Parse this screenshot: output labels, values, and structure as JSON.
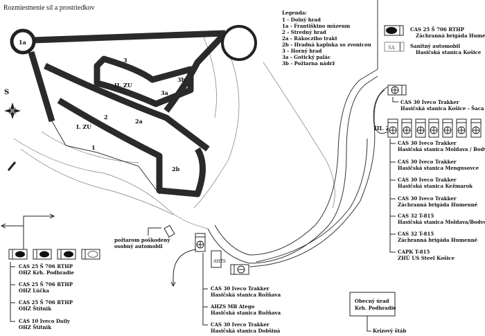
{
  "title": "Rozmiestnenie síl a prostriedkov",
  "legend": {
    "heading": "Legenda:",
    "items": [
      "1   - Dolný hrad",
      "1a - Františkino múzeum",
      "2   - Stredný hrad",
      "2a - Rákocziho trakt",
      "2b - Hradná kaplnka so zvonicou",
      "3   - Horný hrad",
      "3a - Gotický palác",
      "3b - Požiarna nádrž"
    ],
    "vehicle_keys": [
      {
        "line1": "CAS 25 Š 706 RTHP",
        "line2": "Záchranná brigáda Humenné"
      },
      {
        "icon_text": "SA",
        "line1": "Sanitný automobil",
        "line2": "Hasičská stanica Košice"
      }
    ]
  },
  "map_labels": {
    "north": "S",
    "l_1a": "1a",
    "l_1": "1",
    "l_2": "2",
    "l_2a": "2a",
    "l_2b": "2b",
    "l_3": "3",
    "l_3a": "3a",
    "l_3b": "3b",
    "zu1": "I. ZU",
    "zu2": "II. ZU",
    "zu3": "III. ZU"
  },
  "right_group": {
    "top_vehicle": {
      "line1": "CAS 30 Iveco Trakker",
      "line2": "Hasičská stanica Košice - Šaca"
    },
    "entries": [
      {
        "line1": "CAS 30 Iveco Trakker",
        "line2": "Hasičská stanica Moldava / Bodvou"
      },
      {
        "line1": "CAS 30 Iveco Trakker",
        "line2": "Hasičská stanica Mengusovce"
      },
      {
        "line1": "CAS 30 Iveco Trakker",
        "line2": "Hasičská stanica Kežmarok"
      },
      {
        "line1": "CAS 30 Iveco Trakker",
        "line2": "Záchranná brigáda Humenné"
      },
      {
        "line1": "CAS 32 T-815",
        "line2": "Hasičská stanica Moldava/Bodvou"
      },
      {
        "line1": "CAS 32 T-815",
        "line2": "Záchranná brigáda Humenné"
      },
      {
        "line1": "CAPK T-815",
        "line2": "ZHÚ US Steel Košice"
      }
    ]
  },
  "left_group": {
    "entries": [
      {
        "line1": "CAS 25 Š 706 RTHP",
        "line2": "OHZ Krh. Podhradie"
      },
      {
        "line1": "CAS 25 Š 706 RTHP",
        "line2": "OHZ Lúčka"
      },
      {
        "line1": "CAS 25 Š 706 RTHP",
        "line2": "OHZ Štítnik"
      },
      {
        "line1": "CAS 10 Iveco Daily",
        "line2": "OHZ Štítnik"
      }
    ]
  },
  "damaged_car": {
    "line1": "požiarom poškodený",
    "line2": "osobný automobil"
  },
  "bottom_group": {
    "entries": [
      {
        "line1": "CAS 30 Iveco Trakker",
        "line2": "Hasičská stanica Rožňava"
      },
      {
        "line1": "AHZS MB Atego",
        "line2": "Hasičská stanica Rožňava"
      },
      {
        "line1": "CAS 30 Iveco Trakker",
        "line2": "Hasičská stanica Dobšiná"
      }
    ]
  },
  "office": {
    "line1": "Obecný úrad",
    "line2": "Krh. Podhradie",
    "staff": "Krízový štáb"
  }
}
